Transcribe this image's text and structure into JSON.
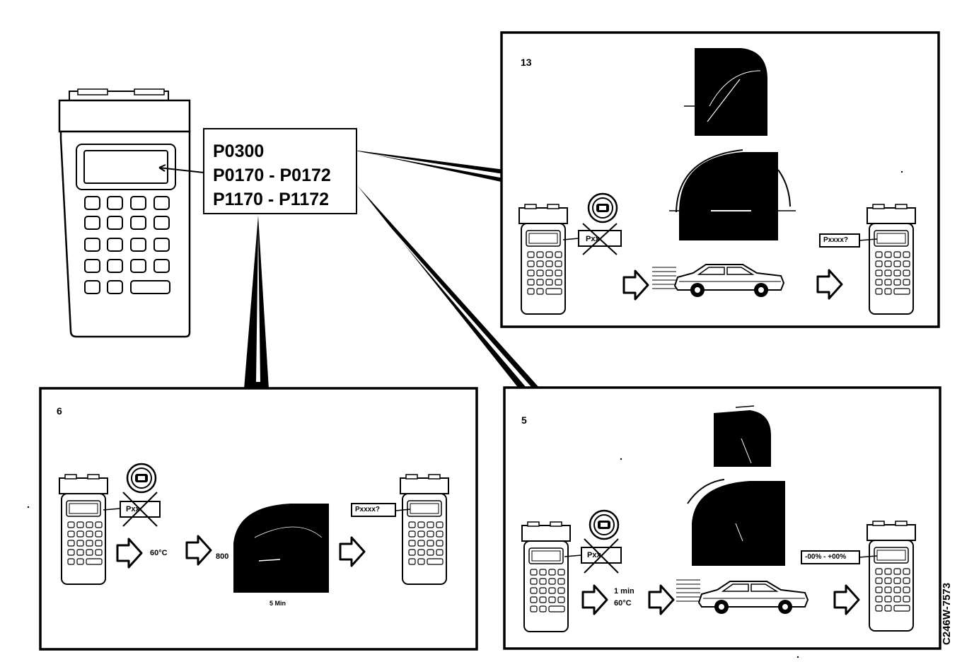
{
  "codes": [
    "P0300",
    "P0170 - P0172",
    "P1170 - P1172"
  ],
  "panels": {
    "panel_13": {
      "number": "13",
      "prompt": "Pxxxx?"
    },
    "panel_6": {
      "number": "6",
      "temperature": "60°C",
      "rpm": "800",
      "duration": "5 Min",
      "prompt": "Pxxxx?"
    },
    "panel_5": {
      "number": "5",
      "time": "1 min",
      "temperature": "60°C",
      "prompt": "-00% - +00%"
    }
  },
  "crossed_code_label": "Pxx",
  "figure_id": "C246W-7573",
  "icons": [
    "scan-tool-icon",
    "engine-icon",
    "arrow-right-icon",
    "car-icon",
    "speedometer-icon",
    "tachometer-icon",
    "temperature-gauge-icon"
  ]
}
